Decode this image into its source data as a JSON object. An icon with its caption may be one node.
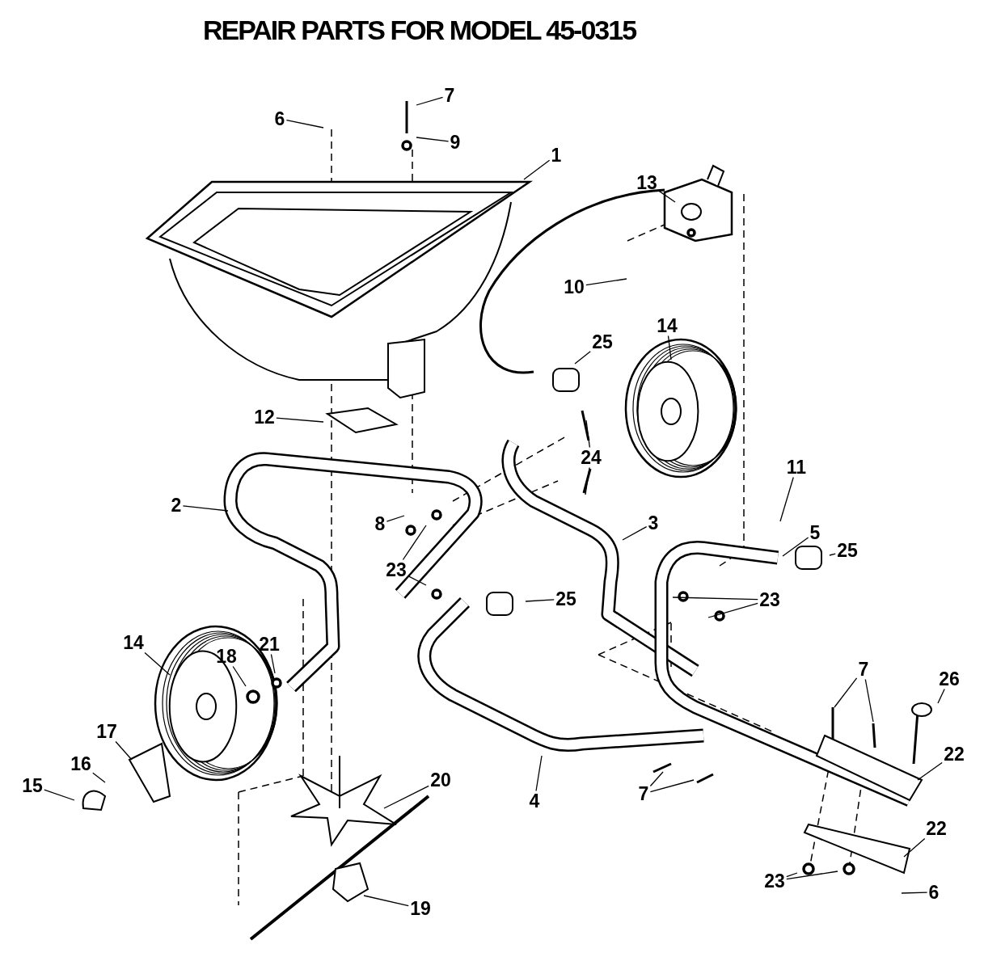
{
  "diagram": {
    "title": "REPAIR PARTS FOR MODEL 45-0315",
    "nodes": [
      {
        "text": [
          "7"
        ]
      },
      {
        "text": [
          "6"
        ]
      },
      {
        "text": [
          "9"
        ]
      },
      {
        "text": [
          "1"
        ]
      },
      {
        "text": [
          "13"
        ]
      },
      {
        "text": [
          "10"
        ]
      },
      {
        "text": [
          "14"
        ]
      },
      {
        "text": [
          "25"
        ]
      },
      {
        "text": [
          "12"
        ]
      },
      {
        "text": [
          "24"
        ]
      },
      {
        "text": [
          "11"
        ]
      },
      {
        "text": [
          "2"
        ]
      },
      {
        "text": [
          "8"
        ]
      },
      {
        "text": [
          "3"
        ]
      },
      {
        "text": [
          "5"
        ]
      },
      {
        "text": [
          "25"
        ]
      },
      {
        "text": [
          "23"
        ]
      },
      {
        "text": [
          "25"
        ]
      },
      {
        "text": [
          "23"
        ]
      },
      {
        "text": [
          "14"
        ]
      },
      {
        "text": [
          "21"
        ]
      },
      {
        "text": [
          "18"
        ]
      },
      {
        "text": [
          "7"
        ]
      },
      {
        "text": [
          "26"
        ]
      },
      {
        "text": [
          "17"
        ]
      },
      {
        "text": [
          "22"
        ]
      },
      {
        "text": [
          "16"
        ]
      },
      {
        "text": [
          "20"
        ]
      },
      {
        "text": [
          "15"
        ]
      },
      {
        "text": [
          "4"
        ]
      },
      {
        "text": [
          "7"
        ]
      },
      {
        "text": [
          "22"
        ]
      },
      {
        "text": [
          "23"
        ]
      },
      {
        "text": [
          "6"
        ]
      },
      {
        "text": [
          "19"
        ]
      }
    ],
    "edges": [
      {
        "from": 0,
        "to": null,
        "arrow": "none"
      },
      {
        "from": 1,
        "to": null,
        "arrow": "none"
      },
      {
        "from": 2,
        "to": null,
        "arrow": "none"
      },
      {
        "from": 3,
        "to": null,
        "arrow": "none"
      },
      {
        "from": 4,
        "to": null,
        "arrow": "none"
      },
      {
        "from": 5,
        "to": null,
        "arrow": "none"
      },
      {
        "from": 6,
        "to": null,
        "arrow": "none"
      },
      {
        "from": 7,
        "to": null,
        "arrow": "none"
      },
      {
        "from": 8,
        "to": null,
        "arrow": "none"
      },
      {
        "from": 9,
        "to": null,
        "arrow": "none"
      },
      {
        "from": 9,
        "to": null,
        "arrow": "none"
      },
      {
        "from": 10,
        "to": null,
        "arrow": "none"
      },
      {
        "from": 11,
        "to": null,
        "arrow": "none"
      },
      {
        "from": 12,
        "to": null,
        "arrow": "none"
      },
      {
        "from": 13,
        "to": null,
        "arrow": "none"
      },
      {
        "from": 14,
        "to": null,
        "arrow": "none"
      },
      {
        "from": 15,
        "to": null,
        "arrow": "none"
      },
      {
        "from": 16,
        "to": null,
        "arrow": "none"
      },
      {
        "from": 16,
        "to": null,
        "arrow": "none"
      },
      {
        "from": 17,
        "to": null,
        "arrow": "none"
      },
      {
        "from": 18,
        "to": null,
        "arrow": "none"
      },
      {
        "from": 18,
        "to": null,
        "arrow": "none"
      },
      {
        "from": 19,
        "to": null,
        "arrow": "none"
      },
      {
        "from": 20,
        "to": null,
        "arrow": "none"
      },
      {
        "from": 21,
        "to": null,
        "arrow": "none"
      },
      {
        "from": 22,
        "to": null,
        "arrow": "none"
      },
      {
        "from": 22,
        "to": null,
        "arrow": "none"
      },
      {
        "from": 23,
        "to": null,
        "arrow": "none"
      },
      {
        "from": 24,
        "to": null,
        "arrow": "none"
      },
      {
        "from": 25,
        "to": null,
        "arrow": "none"
      },
      {
        "from": 26,
        "to": null,
        "arrow": "none"
      },
      {
        "from": 27,
        "to": null,
        "arrow": "none"
      },
      {
        "from": 28,
        "to": null,
        "arrow": "none"
      },
      {
        "from": 29,
        "to": null,
        "arrow": "none"
      },
      {
        "from": 30,
        "to": null,
        "arrow": "none"
      },
      {
        "from": 30,
        "to": null,
        "arrow": "none"
      },
      {
        "from": 31,
        "to": null,
        "arrow": "none"
      },
      {
        "from": 32,
        "to": null,
        "arrow": "none"
      },
      {
        "from": 32,
        "to": null,
        "arrow": "none"
      },
      {
        "from": 33,
        "to": null,
        "arrow": "none"
      },
      {
        "from": 34,
        "to": null,
        "arrow": "none"
      }
    ]
  }
}
